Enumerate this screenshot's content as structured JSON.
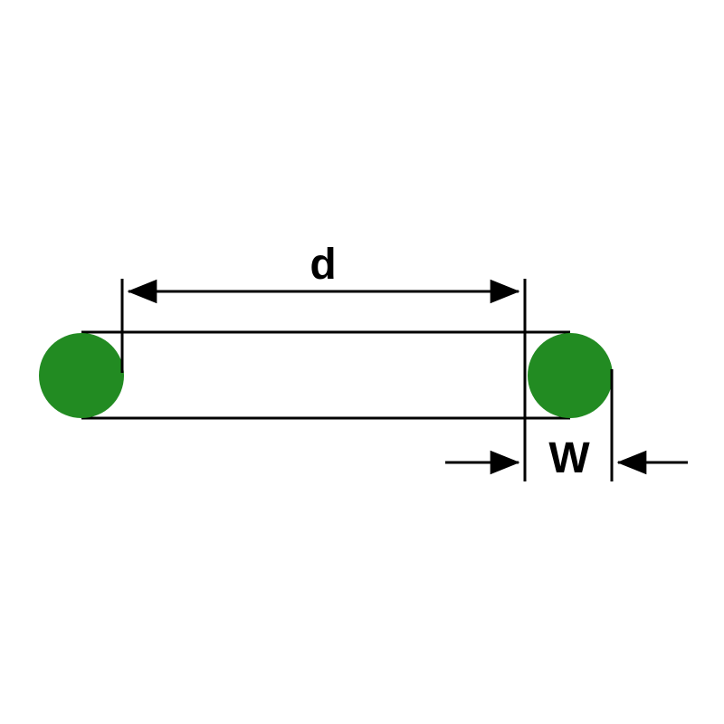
{
  "diagram": {
    "name": "o-ring-dimension-diagram",
    "labels": {
      "inner_diameter": "d",
      "cross_section_width": "W"
    },
    "colors": {
      "ring_fill": "#228B22",
      "line": "#000000",
      "background": "#ffffff"
    }
  }
}
